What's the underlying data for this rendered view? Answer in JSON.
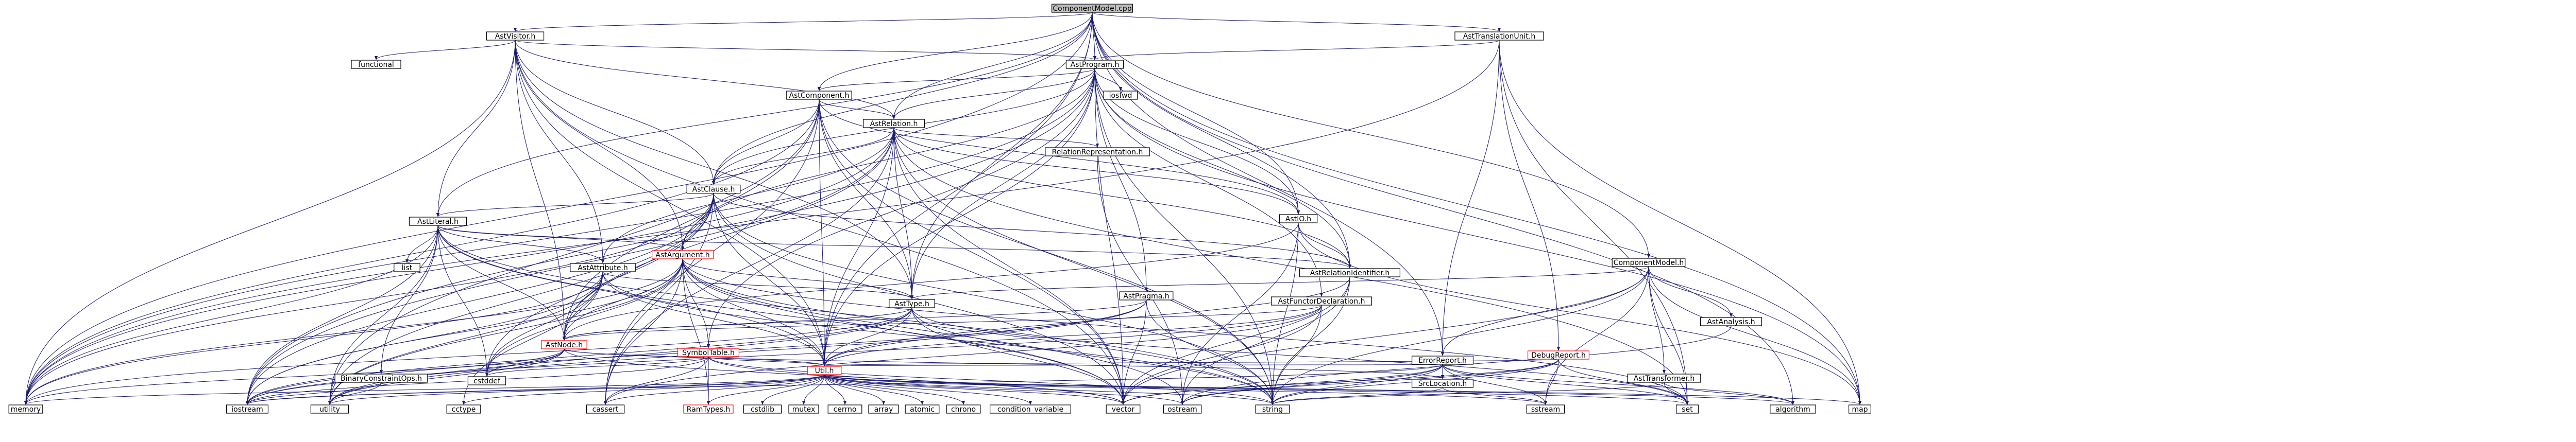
{
  "diagram": {
    "root": "ComponentModel.cpp",
    "colors": {
      "root_fill": "#bfbfbf",
      "node_fill": "#ffffff",
      "node_border": "#000000",
      "truncated_border": "#ff0000",
      "edge": "#191970",
      "text": "#000000"
    },
    "nodes": [
      {
        "id": "root",
        "label": "ComponentModel.cpp",
        "kind": "root"
      },
      {
        "id": "astvisitor",
        "label": "AstVisitor.h",
        "kind": "header"
      },
      {
        "id": "asttranslationunit",
        "label": "AstTranslationUnit.h",
        "kind": "header"
      },
      {
        "id": "functional",
        "label": "functional",
        "kind": "system"
      },
      {
        "id": "astprogram",
        "label": "AstProgram.h",
        "kind": "header"
      },
      {
        "id": "astcomponent",
        "label": "AstComponent.h",
        "kind": "header"
      },
      {
        "id": "iosfwd",
        "label": "iosfwd",
        "kind": "system"
      },
      {
        "id": "astrelation",
        "label": "AstRelation.h",
        "kind": "header"
      },
      {
        "id": "relationrepresentation",
        "label": "RelationRepresentation.h",
        "kind": "header"
      },
      {
        "id": "astclause",
        "label": "AstClause.h",
        "kind": "header"
      },
      {
        "id": "astio",
        "label": "AstIO.h",
        "kind": "header"
      },
      {
        "id": "astliteral",
        "label": "AstLiteral.h",
        "kind": "header"
      },
      {
        "id": "list",
        "label": "list",
        "kind": "system"
      },
      {
        "id": "astattribute",
        "label": "AstAttribute.h",
        "kind": "header"
      },
      {
        "id": "astargument",
        "label": "AstArgument.h",
        "kind": "truncated"
      },
      {
        "id": "astrelationidentifier",
        "label": "AstRelationIdentifier.h",
        "kind": "header"
      },
      {
        "id": "componentmodel_h",
        "label": "ComponentModel.h",
        "kind": "header"
      },
      {
        "id": "astpragma",
        "label": "AstPragma.h",
        "kind": "header"
      },
      {
        "id": "astfunctordeclaration",
        "label": "AstFunctorDeclaration.h",
        "kind": "header"
      },
      {
        "id": "asttype",
        "label": "AstType.h",
        "kind": "header"
      },
      {
        "id": "astanalysis",
        "label": "AstAnalysis.h",
        "kind": "header"
      },
      {
        "id": "astnode",
        "label": "AstNode.h",
        "kind": "truncated"
      },
      {
        "id": "symboltable",
        "label": "SymbolTable.h",
        "kind": "truncated"
      },
      {
        "id": "binaryconstraintops",
        "label": "BinaryConstraintOps.h",
        "kind": "header"
      },
      {
        "id": "errorreport",
        "label": "ErrorReport.h",
        "kind": "header"
      },
      {
        "id": "debugreport",
        "label": "DebugReport.h",
        "kind": "truncated"
      },
      {
        "id": "asttransformer",
        "label": "AstTransformer.h",
        "kind": "header"
      },
      {
        "id": "cstddef",
        "label": "cstddef",
        "kind": "system"
      },
      {
        "id": "utilh",
        "label": "Util.h",
        "kind": "truncated"
      },
      {
        "id": "srclocation",
        "label": "SrcLocation.h",
        "kind": "header"
      },
      {
        "id": "memory",
        "label": "memory",
        "kind": "system"
      },
      {
        "id": "iostream",
        "label": "iostream",
        "kind": "system"
      },
      {
        "id": "utility",
        "label": "utility",
        "kind": "system"
      },
      {
        "id": "cctype",
        "label": "cctype",
        "kind": "system"
      },
      {
        "id": "cassert",
        "label": "cassert",
        "kind": "system"
      },
      {
        "id": "ramtypes",
        "label": "RamTypes.h",
        "kind": "truncated"
      },
      {
        "id": "cstdlib",
        "label": "cstdlib",
        "kind": "system"
      },
      {
        "id": "mutex",
        "label": "mutex",
        "kind": "system"
      },
      {
        "id": "cerrno",
        "label": "cerrno",
        "kind": "system"
      },
      {
        "id": "array",
        "label": "array",
        "kind": "system"
      },
      {
        "id": "atomic",
        "label": "atomic",
        "kind": "system"
      },
      {
        "id": "chrono",
        "label": "chrono",
        "kind": "system"
      },
      {
        "id": "condition_variable",
        "label": "condition_variable",
        "kind": "system"
      },
      {
        "id": "vector",
        "label": "vector",
        "kind": "system"
      },
      {
        "id": "ostream",
        "label": "ostream",
        "kind": "system"
      },
      {
        "id": "string",
        "label": "string",
        "kind": "system"
      },
      {
        "id": "sstream",
        "label": "sstream",
        "kind": "system"
      },
      {
        "id": "set",
        "label": "set",
        "kind": "system"
      },
      {
        "id": "algorithm",
        "label": "algorithm",
        "kind": "system"
      },
      {
        "id": "map",
        "label": "map",
        "kind": "system"
      }
    ],
    "edges": [
      [
        "root",
        "astvisitor"
      ],
      [
        "root",
        "asttranslationunit"
      ],
      [
        "root",
        "astprogram"
      ],
      [
        "root",
        "astcomponent"
      ],
      [
        "root",
        "astrelation"
      ],
      [
        "root",
        "astclause"
      ],
      [
        "root",
        "astio"
      ],
      [
        "root",
        "astliteral"
      ],
      [
        "root",
        "astrelationidentifier"
      ],
      [
        "root",
        "componentmodel_h"
      ],
      [
        "root",
        "asttype"
      ],
      [
        "root",
        "errorreport"
      ],
      [
        "root",
        "utilh"
      ],
      [
        "root",
        "memory"
      ],
      [
        "root",
        "algorithm"
      ],
      [
        "root",
        "map"
      ],
      [
        "astvisitor",
        "functional"
      ],
      [
        "astvisitor",
        "astprogram"
      ],
      [
        "astvisitor",
        "astrelation"
      ],
      [
        "astvisitor",
        "astclause"
      ],
      [
        "astvisitor",
        "astliteral"
      ],
      [
        "astvisitor",
        "astattribute"
      ],
      [
        "astvisitor",
        "astargument"
      ],
      [
        "astvisitor",
        "asttype"
      ],
      [
        "astvisitor",
        "astnode"
      ],
      [
        "astvisitor",
        "utilh"
      ],
      [
        "astvisitor",
        "memory"
      ],
      [
        "astvisitor",
        "vector"
      ],
      [
        "asttranslationunit",
        "astprogram"
      ],
      [
        "asttranslationunit",
        "errorreport"
      ],
      [
        "asttranslationunit",
        "debugreport"
      ],
      [
        "asttranslationunit",
        "memory"
      ],
      [
        "asttranslationunit",
        "map"
      ],
      [
        "asttranslationunit",
        "set"
      ],
      [
        "astprogram",
        "astcomponent"
      ],
      [
        "astprogram",
        "iosfwd"
      ],
      [
        "astprogram",
        "astrelation"
      ],
      [
        "astprogram",
        "astclause"
      ],
      [
        "astprogram",
        "astio"
      ],
      [
        "astprogram",
        "astrelationidentifier"
      ],
      [
        "astprogram",
        "astpragma"
      ],
      [
        "astprogram",
        "astfunctordeclaration"
      ],
      [
        "astprogram",
        "asttype"
      ],
      [
        "astprogram",
        "astargument"
      ],
      [
        "astprogram",
        "utilh"
      ],
      [
        "astprogram",
        "memory"
      ],
      [
        "astprogram",
        "vector"
      ],
      [
        "astprogram",
        "string"
      ],
      [
        "astprogram",
        "map"
      ],
      [
        "astprogram",
        "symboltable"
      ],
      [
        "astprogram",
        "iostream"
      ],
      [
        "astcomponent",
        "astrelation"
      ],
      [
        "astcomponent",
        "astclause"
      ],
      [
        "astcomponent",
        "astio"
      ],
      [
        "astcomponent",
        "asttype"
      ],
      [
        "astcomponent",
        "astnode"
      ],
      [
        "astcomponent",
        "memory"
      ],
      [
        "astcomponent",
        "vector"
      ],
      [
        "astcomponent",
        "string"
      ],
      [
        "astcomponent",
        "utilh"
      ],
      [
        "astcomponent",
        "utility"
      ],
      [
        "astcomponent",
        "cassert"
      ],
      [
        "astrelation",
        "relationrepresentation"
      ],
      [
        "astrelation",
        "astclause"
      ],
      [
        "astrelation",
        "astio"
      ],
      [
        "astrelation",
        "astattribute"
      ],
      [
        "astrelation",
        "astrelationidentifier"
      ],
      [
        "astrelation",
        "astnode"
      ],
      [
        "astrelation",
        "asttype"
      ],
      [
        "astrelation",
        "utilh"
      ],
      [
        "astrelation",
        "memory"
      ],
      [
        "astrelation",
        "vector"
      ],
      [
        "astrelation",
        "string"
      ],
      [
        "astrelation",
        "set"
      ],
      [
        "astrelation",
        "cassert"
      ],
      [
        "astrelation",
        "iostream"
      ],
      [
        "relationrepresentation",
        "ostream"
      ],
      [
        "astclause",
        "astliteral"
      ],
      [
        "astclause",
        "astargument"
      ],
      [
        "astclause",
        "astnode"
      ],
      [
        "astclause",
        "astrelationidentifier"
      ],
      [
        "astclause",
        "utilh"
      ],
      [
        "astclause",
        "memory"
      ],
      [
        "astclause",
        "vector"
      ],
      [
        "astclause",
        "string"
      ],
      [
        "astclause",
        "cstddef"
      ],
      [
        "astclause",
        "utility"
      ],
      [
        "astclause",
        "iostream"
      ],
      [
        "astclause",
        "cassert"
      ],
      [
        "astio",
        "astnode"
      ],
      [
        "astio",
        "astrelationidentifier"
      ],
      [
        "astio",
        "map"
      ],
      [
        "astio",
        "ostream"
      ],
      [
        "astio",
        "string"
      ],
      [
        "astliteral",
        "list"
      ],
      [
        "astliteral",
        "astattribute"
      ],
      [
        "astliteral",
        "astargument"
      ],
      [
        "astliteral",
        "astnode"
      ],
      [
        "astliteral",
        "binaryconstraintops"
      ],
      [
        "astliteral",
        "utilh"
      ],
      [
        "astliteral",
        "memory"
      ],
      [
        "astliteral",
        "vector"
      ],
      [
        "astliteral",
        "string"
      ],
      [
        "astliteral",
        "cstddef"
      ],
      [
        "astliteral",
        "utility"
      ],
      [
        "astliteral",
        "iostream"
      ],
      [
        "astliteral",
        "astrelationidentifier"
      ],
      [
        "astattribute",
        "astnode"
      ],
      [
        "astattribute",
        "asttype"
      ],
      [
        "astattribute",
        "memory"
      ],
      [
        "astattribute",
        "string"
      ],
      [
        "astattribute",
        "cctype"
      ],
      [
        "astattribute",
        "iostream"
      ],
      [
        "astattribute",
        "cstddef"
      ],
      [
        "astattribute",
        "utility"
      ],
      [
        "astattribute",
        "utilh"
      ],
      [
        "astargument",
        "astnode"
      ],
      [
        "astargument",
        "symboltable"
      ],
      [
        "astargument",
        "asttype"
      ],
      [
        "astargument",
        "utilh"
      ],
      [
        "astargument",
        "ramtypes"
      ],
      [
        "astargument",
        "memory"
      ],
      [
        "astargument",
        "vector"
      ],
      [
        "astargument",
        "string"
      ],
      [
        "astargument",
        "cassert"
      ],
      [
        "astargument",
        "cstddef"
      ],
      [
        "astargument",
        "utility"
      ],
      [
        "astargument",
        "iostream"
      ],
      [
        "astargument",
        "set"
      ],
      [
        "astargument",
        "ostream"
      ],
      [
        "astrelationidentifier",
        "string"
      ],
      [
        "astrelationidentifier",
        "vector"
      ],
      [
        "astrelationidentifier",
        "ostream"
      ],
      [
        "astrelationidentifier",
        "utilh"
      ],
      [
        "componentmodel_h",
        "astanalysis"
      ],
      [
        "componentmodel_h",
        "asttype"
      ],
      [
        "componentmodel_h",
        "asttransformer"
      ],
      [
        "componentmodel_h",
        "errorreport"
      ],
      [
        "componentmodel_h",
        "map"
      ],
      [
        "componentmodel_h",
        "set"
      ],
      [
        "componentmodel_h",
        "string"
      ],
      [
        "componentmodel_h",
        "vector"
      ],
      [
        "componentmodel_h",
        "sstream"
      ],
      [
        "astpragma",
        "astnode"
      ],
      [
        "astpragma",
        "string"
      ],
      [
        "astpragma",
        "utility"
      ],
      [
        "astpragma",
        "iostream"
      ],
      [
        "astpragma",
        "vector"
      ],
      [
        "astpragma",
        "utilh"
      ],
      [
        "astfunctordeclaration",
        "astnode"
      ],
      [
        "astfunctordeclaration",
        "string"
      ],
      [
        "astfunctordeclaration",
        "vector"
      ],
      [
        "astfunctordeclaration",
        "cassert"
      ],
      [
        "astfunctordeclaration",
        "utilh"
      ],
      [
        "astfunctordeclaration",
        "iostream"
      ],
      [
        "asttype",
        "astnode"
      ],
      [
        "asttype",
        "utilh"
      ],
      [
        "asttype",
        "string"
      ],
      [
        "asttype",
        "set"
      ],
      [
        "asttype",
        "vector"
      ],
      [
        "asttype",
        "iostream"
      ],
      [
        "asttype",
        "memory"
      ],
      [
        "asttype",
        "utility"
      ],
      [
        "astanalysis",
        "ostream"
      ],
      [
        "astnode",
        "srclocation"
      ],
      [
        "astnode",
        "cstddef"
      ],
      [
        "astnode",
        "memory"
      ],
      [
        "astnode",
        "utility"
      ],
      [
        "astnode",
        "vector"
      ],
      [
        "astnode",
        "utilh"
      ],
      [
        "astnode",
        "iostream"
      ],
      [
        "symboltable",
        "utilh"
      ],
      [
        "symboltable",
        "cassert"
      ],
      [
        "symboltable",
        "cstddef"
      ],
      [
        "symboltable",
        "iostream"
      ],
      [
        "symboltable",
        "string"
      ],
      [
        "symboltable",
        "vector"
      ],
      [
        "symboltable",
        "ramtypes"
      ],
      [
        "binaryconstraintops",
        "iostream"
      ],
      [
        "binaryconstraintops",
        "utility"
      ],
      [
        "errorreport",
        "srclocation"
      ],
      [
        "errorreport",
        "string"
      ],
      [
        "errorreport",
        "vector"
      ],
      [
        "errorreport",
        "set"
      ],
      [
        "errorreport",
        "ostream"
      ],
      [
        "errorreport",
        "sstream"
      ],
      [
        "errorreport",
        "utilh"
      ],
      [
        "errorreport",
        "iostream"
      ],
      [
        "errorreport",
        "algorithm"
      ],
      [
        "debugreport",
        "utilh"
      ],
      [
        "debugreport",
        "string"
      ],
      [
        "debugreport",
        "vector"
      ],
      [
        "debugreport",
        "sstream"
      ],
      [
        "debugreport",
        "set"
      ],
      [
        "debugreport",
        "ostream"
      ],
      [
        "asttransformer",
        "string"
      ],
      [
        "asttransformer",
        "set"
      ],
      [
        "asttransformer",
        "algorithm"
      ],
      [
        "utilh",
        "ramtypes"
      ],
      [
        "utilh",
        "cstdlib"
      ],
      [
        "utilh",
        "mutex"
      ],
      [
        "utilh",
        "cerrno"
      ],
      [
        "utilh",
        "array"
      ],
      [
        "utilh",
        "atomic"
      ],
      [
        "utilh",
        "chrono"
      ],
      [
        "utilh",
        "condition_variable"
      ],
      [
        "utilh",
        "vector"
      ],
      [
        "utilh",
        "ostream"
      ],
      [
        "utilh",
        "string"
      ],
      [
        "utilh",
        "sstream"
      ],
      [
        "utilh",
        "set"
      ],
      [
        "utilh",
        "algorithm"
      ],
      [
        "utilh",
        "map"
      ],
      [
        "utilh",
        "memory"
      ],
      [
        "utilh",
        "iostream"
      ],
      [
        "utilh",
        "utility"
      ],
      [
        "utilh",
        "cctype"
      ],
      [
        "utilh",
        "cassert"
      ],
      [
        "srclocation",
        "string"
      ],
      [
        "srclocation",
        "sstream"
      ]
    ]
  }
}
